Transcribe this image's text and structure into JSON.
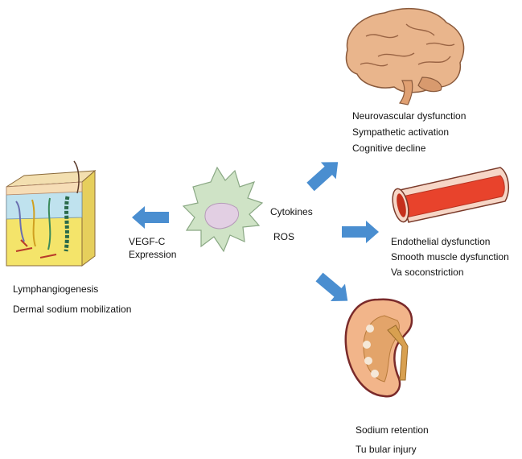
{
  "brain": {
    "lines": [
      "Neurovascular dysfunction",
      "Sympathetic activation",
      "Cognitive decline"
    ]
  },
  "vessel": {
    "lines": [
      "Endothelial dysfunction",
      "Smooth muscle dysfunction",
      "Va soconstriction"
    ]
  },
  "kidney": {
    "lines": [
      "Sodium retention",
      "Tu bular injury"
    ]
  },
  "skin": {
    "lines": [
      "Lymphangiogenesis",
      "Dermal sodium mobilization"
    ]
  },
  "macrophage": {
    "cytokines": "Cytokines",
    "ros": "ROS"
  },
  "skin_arrow_label": {
    "line1": "VEGF-C",
    "line2": "Expression"
  },
  "colors": {
    "arrow": "#4a8ed0",
    "macrophage": "#cfe3c6",
    "vessel_red": "#e8432c",
    "brain": "#e9b58c",
    "kidney": "#f2b58a"
  }
}
